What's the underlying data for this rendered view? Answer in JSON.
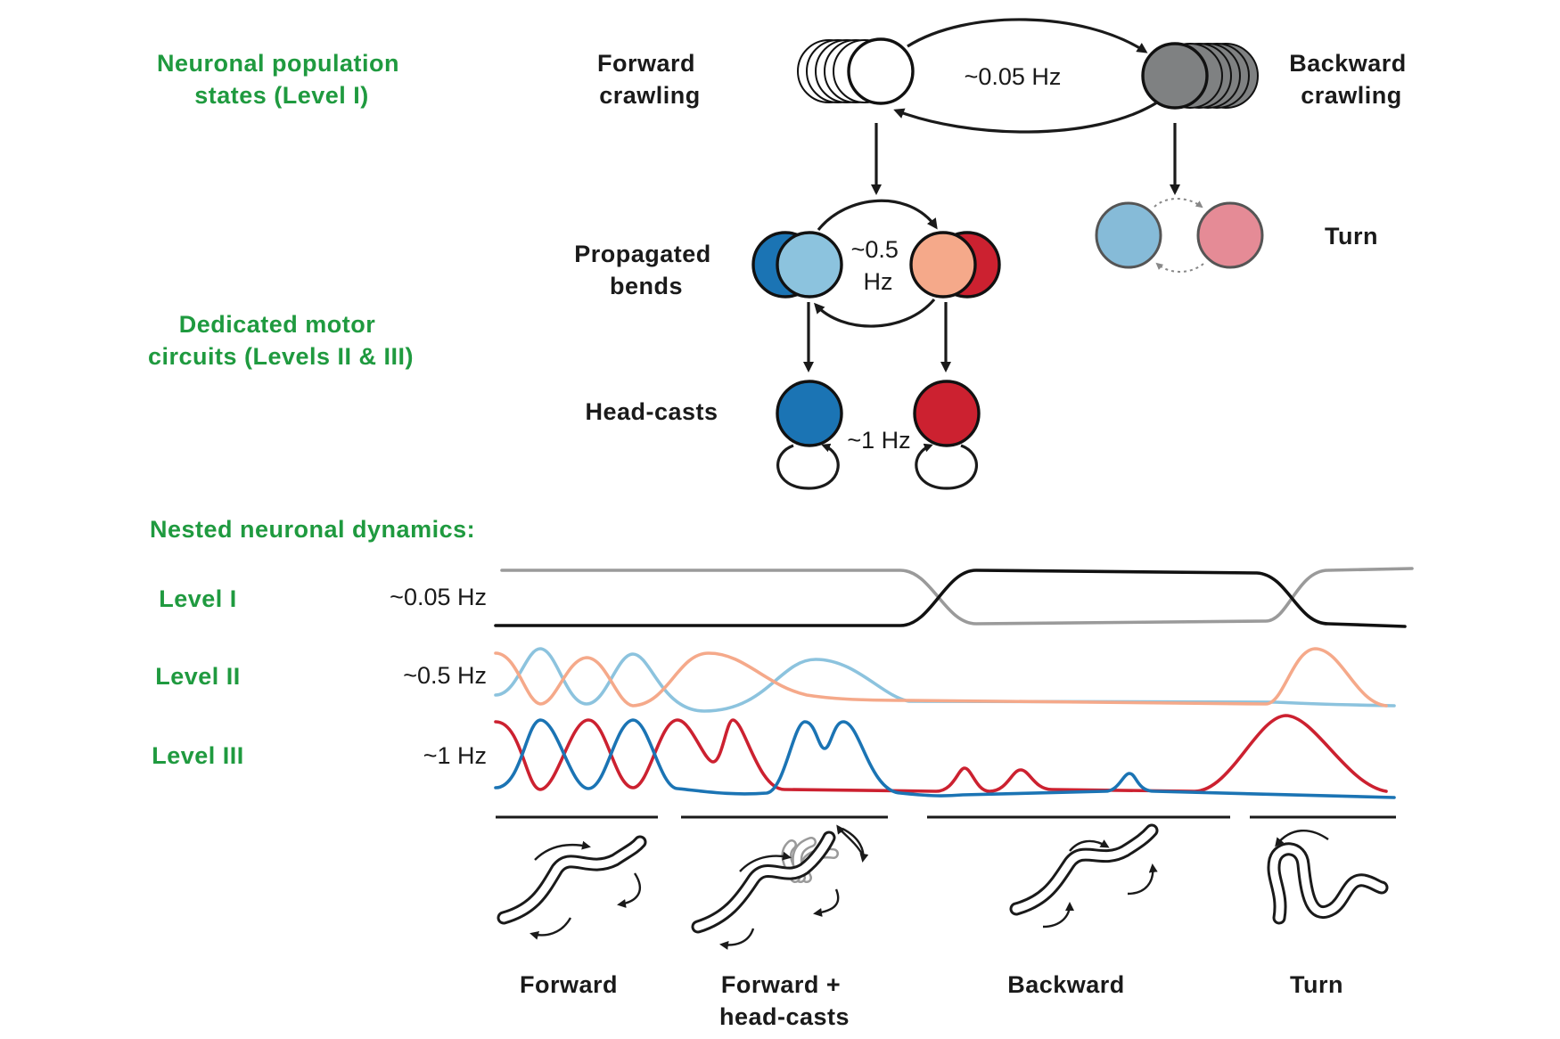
{
  "labels": {
    "level1_group": [
      "Neuronal population",
      "states (Level I)"
    ],
    "level23_group": [
      "Dedicated motor",
      "circuits (Levels II & III)"
    ],
    "nested": "Nested neuronal dynamics:",
    "forward_crawling": [
      "Forward",
      "crawling"
    ],
    "backward_crawling": [
      "Backward",
      "crawling"
    ],
    "propagated_bends": [
      "Propagated",
      "bends"
    ],
    "head_casts": "Head-casts",
    "turn": "Turn"
  },
  "frequencies": {
    "crawl_transition": "~0.05 Hz",
    "bend_transition": [
      "~0.5",
      "Hz"
    ],
    "head_cast": "~1 Hz"
  },
  "rows": [
    {
      "name": "Level I",
      "freq": "~0.05 Hz"
    },
    {
      "name": "Level II",
      "freq": "~0.5 Hz"
    },
    {
      "name": "Level III",
      "freq": "~1 Hz"
    }
  ],
  "behaviors": [
    {
      "label": [
        "Forward"
      ]
    },
    {
      "label": [
        "Forward +",
        "head-casts"
      ]
    },
    {
      "label": [
        "Backward"
      ]
    },
    {
      "label": [
        "Turn"
      ]
    }
  ],
  "colors": {
    "green": "#1f9a3f",
    "forward_node": "#ffffff",
    "backward_node": "#7f8182",
    "blue_dark": "#1b74b4",
    "blue_light": "#8cc3de",
    "red_dark": "#cc2130",
    "red_light": "#f5a98a",
    "turn_blue": "#86bbd8",
    "turn_red": "#e58b96",
    "trace_gray": "#9a9a9a",
    "trace_black": "#111111"
  }
}
